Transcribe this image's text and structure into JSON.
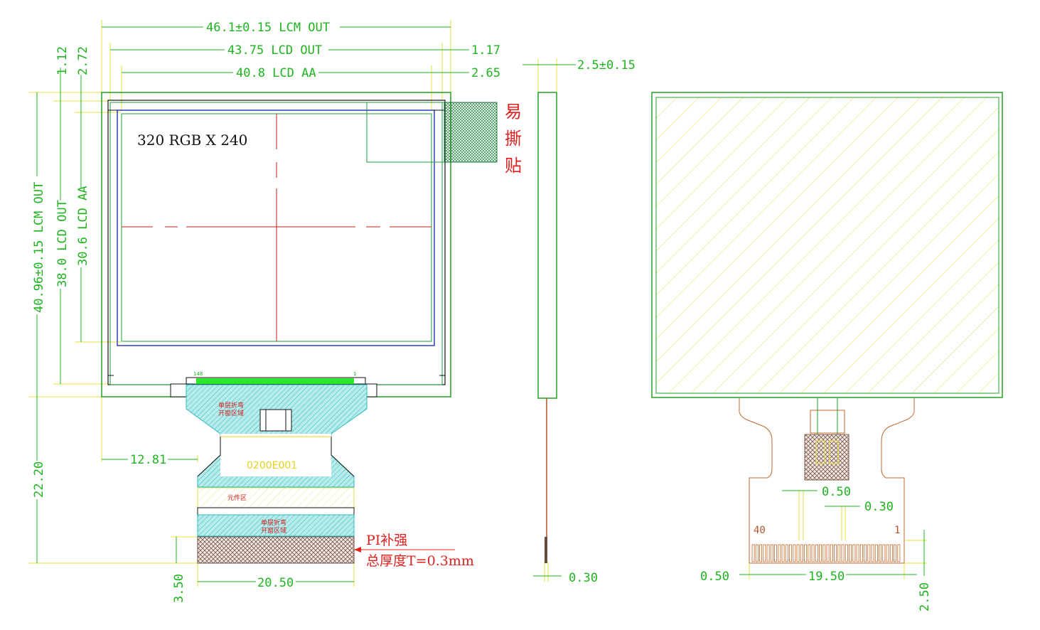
{
  "dimensions": {
    "lcm_out_w": "46.1±0.15 LCM OUT",
    "lcd_out_w": "43.75 LCD OUT",
    "lcd_aa_w": "40.8 LCD AA",
    "offset_1_17": "1.17",
    "offset_2_65": "2.65",
    "offset_1_12": "1.12",
    "offset_2_72": "2.72",
    "lcm_out_h": "40.96±0.15 LCM OUT",
    "lcd_out_h": "38.0 LCD OUT",
    "lcd_aa_h": "30.6 LCD AA",
    "fpc_len": "22.20",
    "fpc_offset": "12.81",
    "stiffener_w": "20.50",
    "stiffener_h": "3.50",
    "thickness": "2.5±0.15",
    "fpc_thick": "0.30",
    "pad_pitch": "0.50",
    "pad_width": "0.30",
    "edge_margin": "0.50",
    "pin_span": "19.50",
    "pin_len": "2.50"
  },
  "labels": {
    "resolution": "320 RGB X 240",
    "easy_peel": [
      "易",
      "撕",
      "贴"
    ],
    "pi_stiffener": "PI补强",
    "total_thickness": "总厚度T=0.3mm",
    "part_no": "0200E001",
    "single_layer_1": "单层折弯",
    "single_layer_2": "开窗区域",
    "component_area": "元件区",
    "pin_40": "40",
    "pin_1": "1",
    "fpc_pin_left": "148",
    "fpc_pin_right": "1"
  },
  "colors": {
    "dimension": "#1fb41f",
    "outline": "#1a9b1a",
    "annotation": "#e0201f",
    "fpc_cyan": "#3fc6c6",
    "hatch_yellow": "#e8e05a"
  }
}
